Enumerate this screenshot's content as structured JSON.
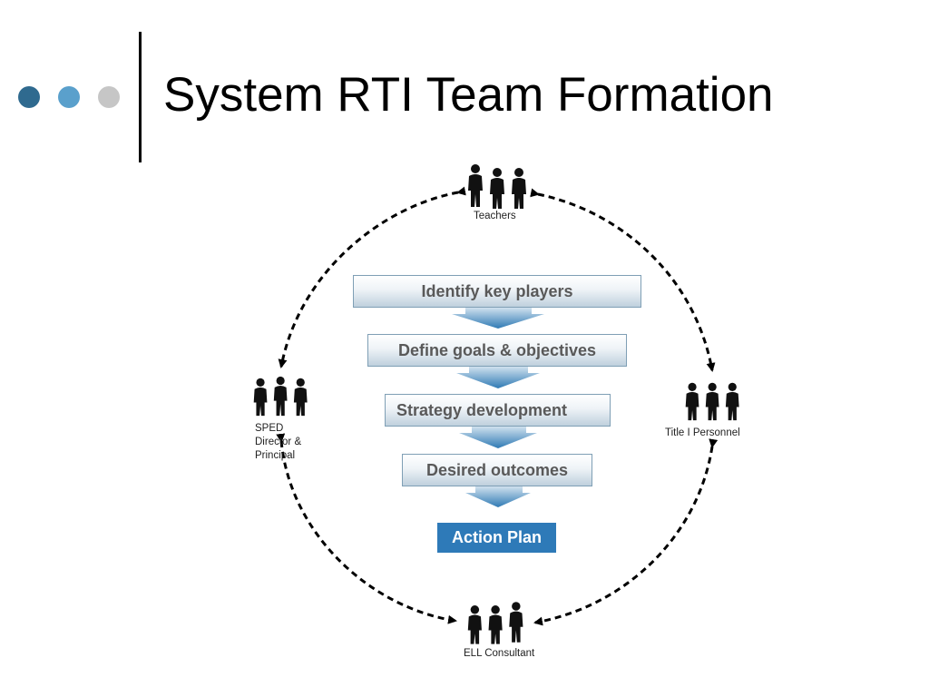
{
  "slide": {
    "title": "System RTI Team Formation",
    "dots": [
      "#2f6a8f",
      "#5aa0cc",
      "#c6c6c6"
    ]
  },
  "steps": [
    {
      "label": "Identify key players"
    },
    {
      "label": "Define goals & objectives"
    },
    {
      "label": "Strategy development"
    },
    {
      "label": "Desired outcomes"
    }
  ],
  "final_step": {
    "label": "Action Plan",
    "color": "#2e7ab8"
  },
  "groups": {
    "top": {
      "label": "Teachers",
      "icon": "people-group-icon"
    },
    "left": {
      "label": "SPED Director & Principal",
      "icon": "people-group-icon"
    },
    "right": {
      "label": "Title I Personnel",
      "icon": "people-group-icon"
    },
    "bottom": {
      "label": "ELL Consultant",
      "icon": "people-group-icon"
    }
  }
}
